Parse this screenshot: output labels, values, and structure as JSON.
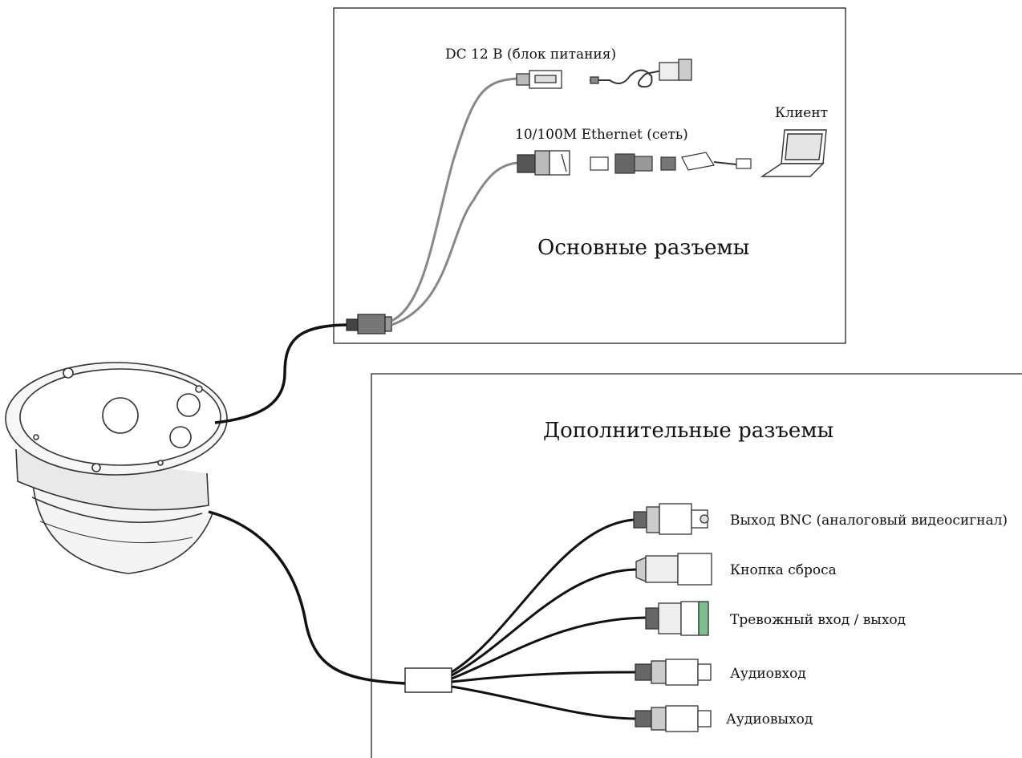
{
  "main_panel": {
    "title": "Основные разъемы",
    "power_label": "DC 12 В (блок питания)",
    "ethernet_label": "10/100M Ethernet (сеть)",
    "client_label": "Клиент"
  },
  "extra_panel": {
    "title": "Дополнительные разъемы",
    "connectors": [
      {
        "label": "Выход BNC (аналоговый видеосигнал)"
      },
      {
        "label": "Кнопка сброса"
      },
      {
        "label": "Тревожный вход / выход"
      },
      {
        "label": "Аудиовход"
      },
      {
        "label": "Аудиовыход"
      }
    ]
  },
  "colors": {
    "line": "#222222",
    "cable_gray": "#7a7a7a",
    "terminal_green": "#7fbf8f"
  }
}
